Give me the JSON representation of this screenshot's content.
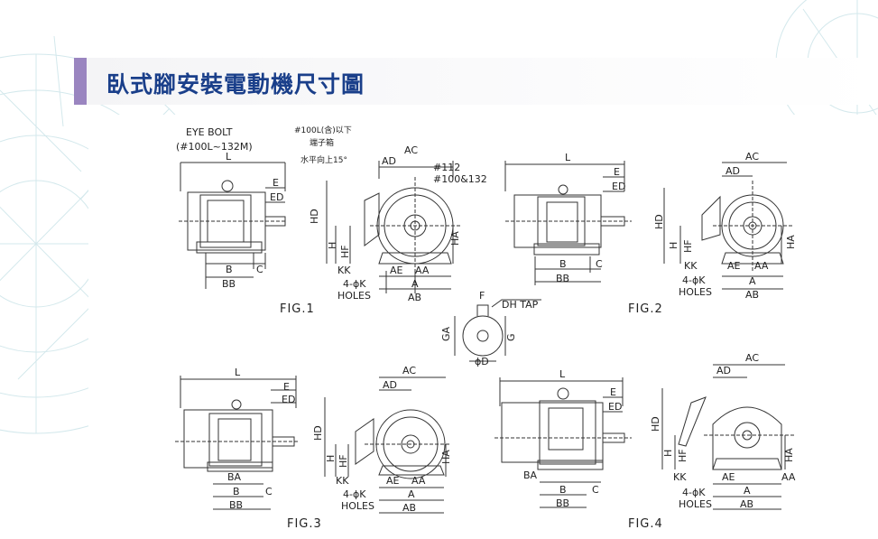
{
  "page": {
    "title": "臥式腳安裝電動機尺寸圖"
  },
  "figures": {
    "fig1": {
      "caption": "FIG.1",
      "eye_bolt": "EYE BOLT",
      "eye_bolt_range": "(#100L~132M)",
      "terminal_note": "#100L(含)以下",
      "terminal_box": "端子箱",
      "horizontal_up": "水平向上15°",
      "frame_112": "#112",
      "frame_100_132": "#100&132",
      "holes": "4-ϕK",
      "holes_word": "HOLES"
    },
    "fig2": {
      "caption": "FIG.2",
      "holes": "4-ϕK",
      "holes_word": "HOLES"
    },
    "fig3": {
      "caption": "FIG.3",
      "holes": "4-ϕK",
      "holes_word": "HOLES"
    },
    "fig4": {
      "caption": "FIG.4",
      "holes": "4-ϕK",
      "holes_word": "HOLES"
    },
    "shaft": {
      "tap": "DH TAP",
      "diameter": "ϕD"
    }
  },
  "dimension_labels": {
    "L": "L",
    "E": "E",
    "ED": "ED",
    "B": "B",
    "BB": "BB",
    "C": "C",
    "BA": "BA",
    "AC": "AC",
    "AD": "AD",
    "HD": "HD",
    "H": "H",
    "HF": "HF",
    "HA": "HA",
    "KK": "KK",
    "AE": "AE",
    "AA": "AA",
    "A": "A",
    "AB": "AB",
    "F": "F",
    "GA": "GA",
    "G": "G"
  }
}
